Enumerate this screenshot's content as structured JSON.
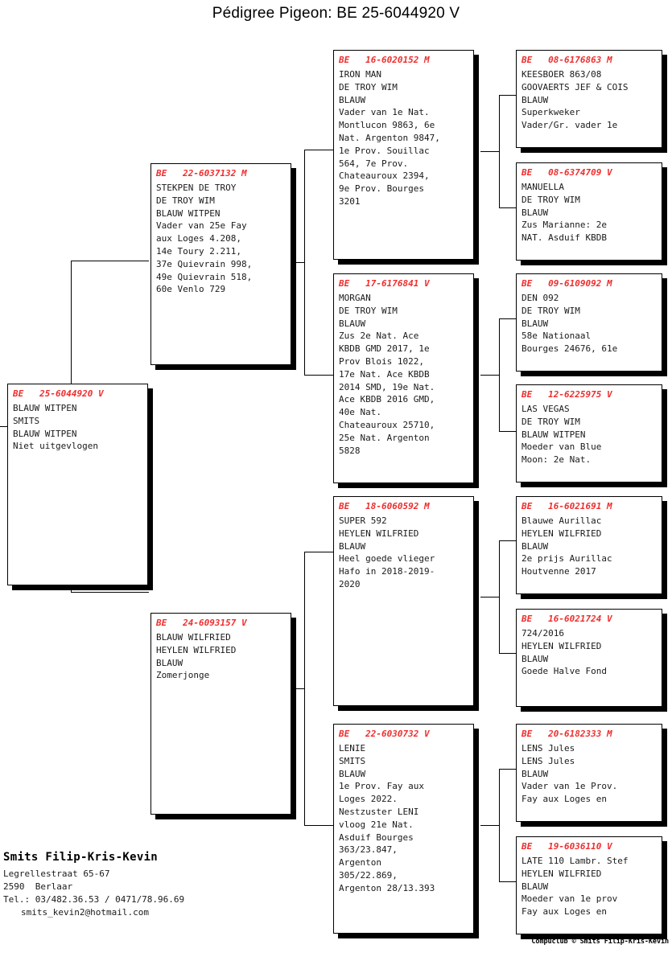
{
  "title": "Pédigree Pigeon: BE  25-6044920 V",
  "colors": {
    "ring_red": "#ef2d2d",
    "text": "#1a1a1a",
    "border": "#000000"
  },
  "subject": {
    "ring": "BE   25-6044920 V",
    "lines": "BLAUW WITPEN\nSMITS\nBLAUW WITPEN\nNiet uitgevlogen"
  },
  "gen2": {
    "father": {
      "ring": "BE   22-6037132 M",
      "lines": "STEKPEN DE TROY\nDE TROY WIM\nBLAUW WITPEN\nVader van 25e Fay\naux Loges 4.208,\n14e Toury 2.211,\n37e Quievrain 998,\n49e Quievrain 518,\n60e Venlo 729"
    },
    "mother": {
      "ring": "BE   24-6093157 V",
      "lines": "BLAUW WILFRIED\nHEYLEN WILFRIED\nBLAUW\nZomerjonge"
    }
  },
  "gen3": {
    "ff": {
      "ring": "BE   16-6020152 M",
      "lines": "IRON MAN\nDE TROY WIM\nBLAUW\nVader van 1e Nat.\nMontlucon 9863, 6e\nNat. Argenton 9847,\n1e Prov. Souillac\n564, 7e Prov.\nChateauroux 2394,\n9e Prov. Bourges\n3201"
    },
    "fm": {
      "ring": "BE   17-6176841 V",
      "lines": "MORGAN\nDE TROY WIM\nBLAUW\nZus 2e Nat. Ace\nKBDB GMD 2017, 1e\nProv Blois 1022,\n17e Nat. Ace KBDB\n2014 SMD, 19e Nat.\nAce KBDB 2016 GMD,\n40e Nat.\nChateauroux 25710,\n25e Nat. Argenton\n5828"
    },
    "mf": {
      "ring": "BE   18-6060592 M",
      "lines": "SUPER 592\nHEYLEN WILFRIED\nBLAUW\nHeel goede vlieger\nHafo in 2018-2019-\n2020"
    },
    "mm": {
      "ring": "BE   22-6030732 V",
      "lines": "LENIE\nSMITS\nBLAUW\n1e Prov. Fay aux\nLoges 2022.\nNestzuster LENI\nvloog 21e Nat.\nAsduif Bourges\n363/23.847,\nArgenton\n305/22.869,\nArgenton 28/13.393"
    }
  },
  "gen4": {
    "fff": {
      "ring": "BE   08-6176863 M",
      "lines": "KEESBOER 863/08\nGOOVAERTS JEF & COIS\nBLAUW\nSuperkweker\nVader/Gr. vader 1e"
    },
    "ffm": {
      "ring": "BE   08-6374709 V",
      "lines": "MANUELLA\nDE TROY WIM\nBLAUW\nZus Marianne: 2e\nNAT. Asduif KBDB"
    },
    "fmf": {
      "ring": "BE   09-6109092 M",
      "lines": "DEN 092\nDE TROY WIM\nBLAUW\n58e Nationaal\nBourges 24676, 61e"
    },
    "fmm": {
      "ring": "BE   12-6225975 V",
      "lines": "LAS VEGAS\nDE TROY WIM\nBLAUW WITPEN\nMoeder van Blue\nMoon: 2e Nat."
    },
    "mff": {
      "ring": "BE   16-6021691 M",
      "lines": "Blauwe Aurillac\nHEYLEN WILFRIED\nBLAUW\n2e prijs Aurillac\nHoutvenne 2017"
    },
    "mfm": {
      "ring": "BE   16-6021724 V",
      "lines": "724/2016\nHEYLEN WILFRIED\nBLAUW\nGoede Halve Fond"
    },
    "mmf": {
      "ring": "BE   20-6182333 M",
      "lines": "LENS Jules\nLENS Jules\nBLAUW\nVader van 1e Prov.\nFay aux Loges en"
    },
    "mmm": {
      "ring": "BE   19-6036110 V",
      "lines": "LATE 110 Lambr. Stef\nHEYLEN WILFRIED\nBLAUW\nMoeder van 1e prov\nFay aux Loges en"
    }
  },
  "owner": {
    "name": "Smits Filip-Kris-Kevin",
    "street": "Legrellestraat 65-67",
    "city": "2590  Berlaar",
    "phone": "Tel.: 03/482.36.53 / 0471/78.96.69",
    "email": "smits_kevin2@hotmail.com"
  },
  "copyright": "Compuclub © Smits Filip-Kris-Kevin"
}
